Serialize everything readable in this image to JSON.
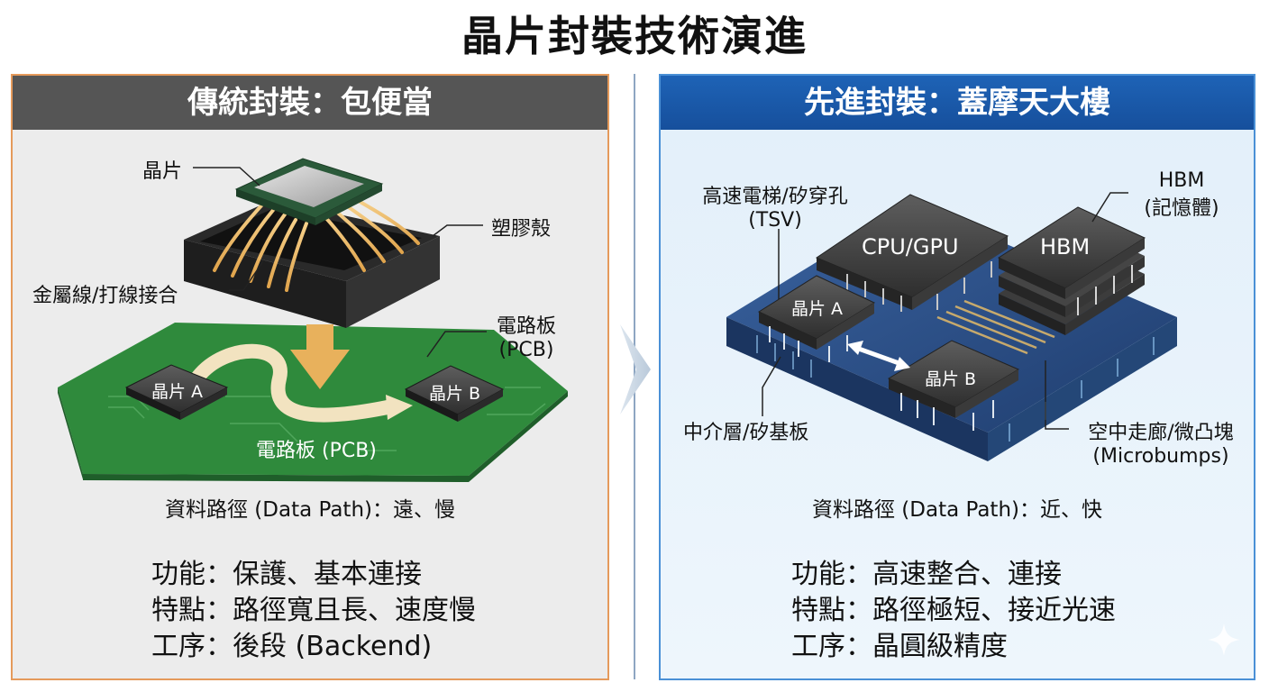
{
  "title": "晶片封裝技術演進",
  "left": {
    "header": "傳統封裝：包便當",
    "labels": {
      "chip": "晶片",
      "plastic_shell": "塑膠殼",
      "wire_bond": "金屬線/打線接合",
      "pcb_line1": "電路板",
      "pcb_line2": "(PCB)",
      "chip_a": "晶片 A",
      "chip_b": "晶片 B",
      "pcb_route": "電路板 (PCB)"
    },
    "data_path": "資料路徑 (Data Path)：遠、慢",
    "info": [
      "功能：保護、基本連接",
      "特點：路徑寬且長、速度慢",
      "工序：後段 (Backend)"
    ]
  },
  "right": {
    "header": "先進封裝：蓋摩天大樓",
    "labels": {
      "tsv_line1": "高速電梯/矽穿孔",
      "tsv_line2": "(TSV)",
      "hbm_line1": "HBM",
      "hbm_line2": "(記憶體)",
      "cpu_gpu": "CPU/GPU",
      "hbm_chip": "HBM",
      "chip_a": "晶片 A",
      "chip_b": "晶片 B",
      "interposer": "中介層/矽基板",
      "microbump_line1": "空中走廊/微凸塊",
      "microbump_line2": "(Microbumps)"
    },
    "data_path": "資料路徑 (Data Path)：近、快",
    "info": [
      "功能：高速整合、連接",
      "特點：路徑極短、接近光速",
      "工序：晶圓級精度"
    ]
  },
  "colors": {
    "left_header": "#555555",
    "right_header": "#1e63b6",
    "pcb_green": "#2f8a3c",
    "interposer_blue": "#2a4f86",
    "arrow_gold": "#e8b15c"
  }
}
